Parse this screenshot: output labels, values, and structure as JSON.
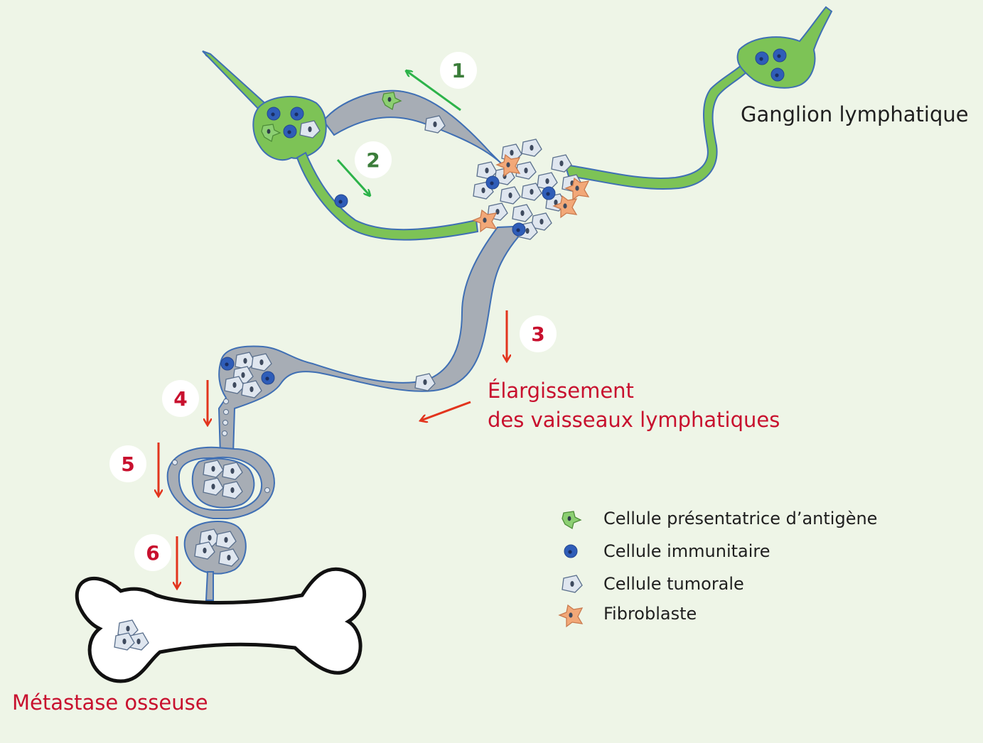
{
  "labels": {
    "lymph_node": "Ganglion lymphatique",
    "vessel_enlargement_line1": "Élargissement",
    "vessel_enlargement_line2": "des vaisseaux lymphatiques",
    "bone_metastasis": "Métastase osseuse"
  },
  "steps": [
    {
      "number": "1",
      "color": "#3b7d3a"
    },
    {
      "number": "2",
      "color": "#3b7d3a"
    },
    {
      "number": "3",
      "color": "#c8102e"
    },
    {
      "number": "4",
      "color": "#c8102e"
    },
    {
      "number": "5",
      "color": "#c8102e"
    },
    {
      "number": "6",
      "color": "#c8102e"
    }
  ],
  "legend": [
    {
      "icon": "antigen-presenting-cell-icon",
      "label": "Cellule présentatrice d’antigène",
      "color": "#8ccf72"
    },
    {
      "icon": "immune-cell-icon",
      "label": "Cellule immunitaire",
      "color": "#2f5db8"
    },
    {
      "icon": "tumor-cell-icon",
      "label": "Cellule tumorale",
      "color": "#dfe6ef"
    },
    {
      "icon": "fibroblast-icon",
      "label": "Fibroblaste",
      "color": "#f2a878"
    }
  ],
  "colors": {
    "background": "#eef5e7",
    "lymph_green": "#7dc356",
    "lymph_outline": "#3f6fb4",
    "vessel_gray": "#a7adb5",
    "tumor_fill": "#dfe6ef",
    "immune_blue": "#2f5db8",
    "fibroblast_orange": "#f2a878",
    "arrow_green": "#2db34a",
    "arrow_red": "#e2341d",
    "text_red": "#c8102e",
    "text_dark": "#1f1f1f"
  }
}
